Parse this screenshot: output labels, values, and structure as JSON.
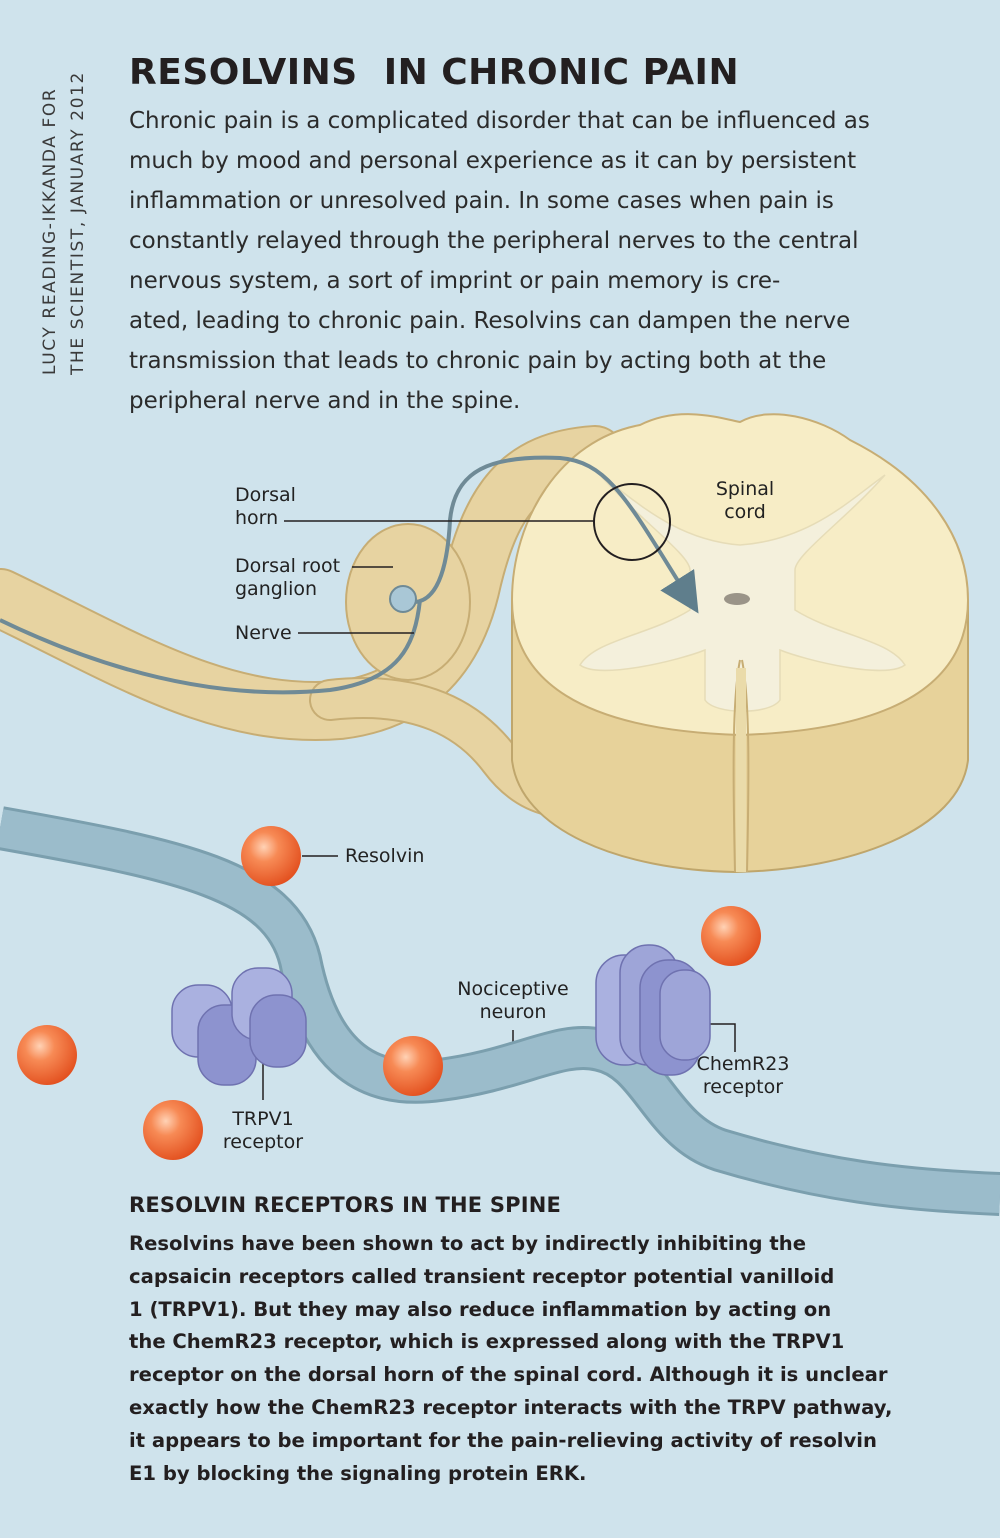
{
  "credit": [
    "LUCY READING-IKKANDA FOR",
    "THE SCIENTIST, JANUARY 2012"
  ],
  "title": "RESOLVINS  IN CHRONIC PAIN",
  "intro_lines": [
    "Chronic pain is a complicated disorder that can be influenced as",
    "much by mood and personal experience as it can by persistent",
    "inflammation or unresolved pain. In some cases when pain is",
    "constantly relayed through the peripheral nerves to the central",
    "nervous system, a sort of imprint or pain memory is cre-",
    "ated, leading to chronic pain. Resolvins can dampen the nerve",
    "transmission that leads to chronic pain by acting both at the",
    "peripheral nerve and in the spine."
  ],
  "labels": {
    "dorsal_horn": [
      "Dorsal",
      "horn"
    ],
    "dorsal_root_ganglion": [
      "Dorsal root",
      "ganglion"
    ],
    "nerve": "Nerve",
    "spinal_cord": [
      "Spinal",
      "cord"
    ],
    "resolvin": "Resolvin",
    "nociceptive_neuron": [
      "Nociceptive",
      "neuron"
    ],
    "trpv1_receptor": [
      "TRPV1",
      "receptor"
    ],
    "chemr23_receptor": [
      "ChemR23",
      "receptor"
    ]
  },
  "section": {
    "title": "RESOLVIN RECEPTORS IN THE SPINE",
    "lines": [
      "Resolvins have been shown to act by indirectly inhibiting the",
      "capsaicin receptors called transient receptor potential vanilloid",
      "1 (TRPV1). But they may also reduce inflammation by acting on",
      "the ChemR23 receptor, which is expressed along with the TRPV1",
      "receptor on the dorsal horn of the spinal cord. Although it is unclear",
      "exactly how the ChemR23 receptor interacts with the TRPV pathway,",
      "it appears to be important for the pain-relieving activity of resolvin",
      "E1 by blocking the signaling protein ERK."
    ]
  },
  "colors": {
    "background": "#cfe3ec",
    "nerve_tan": "#e7d3a1",
    "spinal_cord_cream": "#f7edc6",
    "gray_matter": "#f4f0dc",
    "neuron_blue": "#93b5c2",
    "resolvin_orange": "#f06a35",
    "receptor_purple": "#9ea5d8"
  }
}
